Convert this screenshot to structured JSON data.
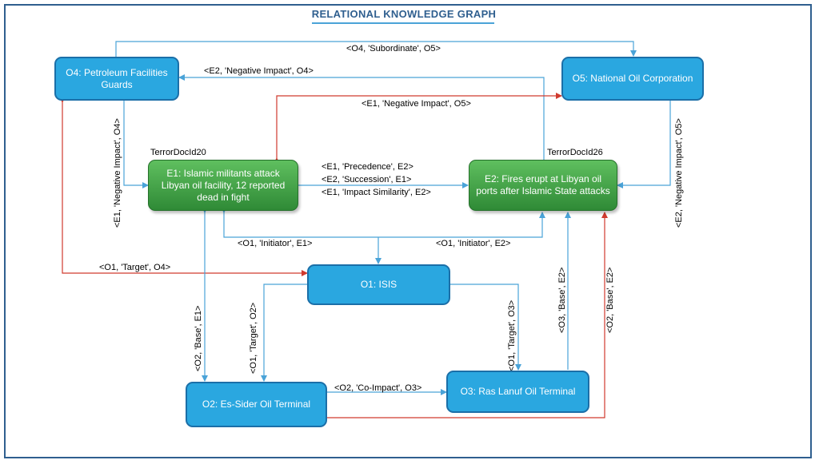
{
  "title": "RELATIONAL KNOWLEDGE GRAPH",
  "nodes": {
    "o4": "O4: Petroleum Facilities Guards",
    "o5": "O5: National Oil Corporation",
    "e1": "E1: Islamic militants attack Libyan oil facility, 12 reported dead in fight",
    "e2": "E2: Fires erupt at Libyan oil ports after Islamic State attacks",
    "o1": "O1: ISIS",
    "o2": "O2: Es-Sider Oil Terminal",
    "o3": "O3: Ras Lanuf Oil Terminal"
  },
  "doc_labels": {
    "e1": "TerrorDocId20",
    "e2": "TerrorDocId26"
  },
  "edges": {
    "o4_o5_subordinate": "<O4, 'Subordinate', O5>",
    "e2_o4_negative": "<E2, 'Negative Impact', O4>",
    "e1_o5_negative": "<E1, 'Negative Impact', O5>",
    "e1_o4_negative": "<E1, 'Negative Impact', O4>",
    "e2_o5_negative": "<E2, 'Negative Impact', O5>",
    "e1_e2_precedence": "<E1, 'Precedence', E2>",
    "e2_e1_succession": "<E2, 'Succession', E1>",
    "e1_e2_similarity": "<E1, 'Impact Similarity', E2>",
    "o1_e1_initiator": "<O1, 'Initiator', E1>",
    "o1_e2_initiator": "<O1, 'Initiator', E2>",
    "o1_o4_target": "<O1, 'Target', O4>",
    "o2_e1_base": "<O2, 'Base', E1>",
    "o1_o2_target": "<O1, 'Target', O2>",
    "o1_o3_target": "<O1, 'Target', O3>",
    "o3_e2_base": "<O3, 'Base', E2>",
    "o2_e2_base": "<O2, 'Base', E2>",
    "o2_o3_coimpact": "<O2, 'Co-Impact', O3>"
  },
  "colors": {
    "blue_edge": "#4aa3d8",
    "red_edge": "#d03a2e",
    "node_blue": "#2aa7e0",
    "node_green": "#3d9c44"
  }
}
